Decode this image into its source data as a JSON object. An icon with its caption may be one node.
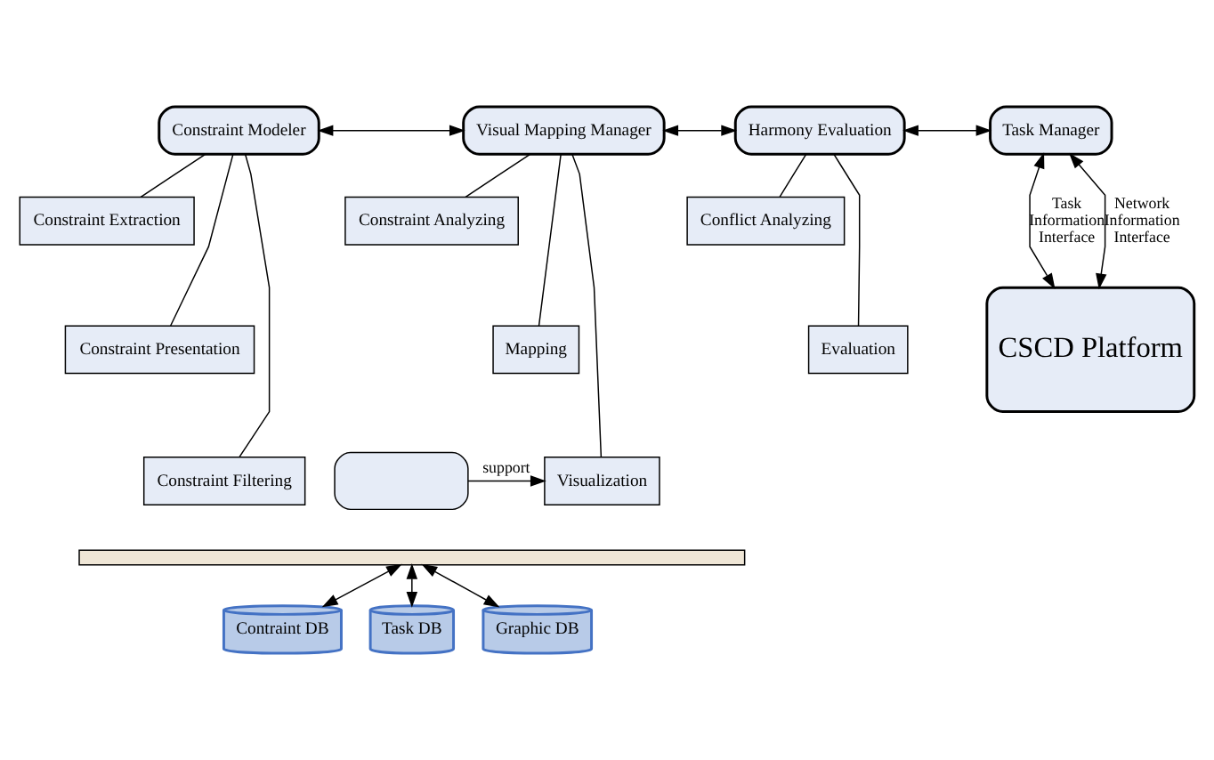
{
  "diagram": {
    "nodes": [
      {
        "text": [
          "Constraint Modeler"
        ]
      },
      {
        "text": [
          "Visual Mapping Manager"
        ]
      },
      {
        "text": [
          "Harmony Evaluation"
        ]
      },
      {
        "text": [
          "Task Manager"
        ]
      },
      {
        "text": [
          "Constraint Extraction"
        ]
      },
      {
        "text": [
          "Constraint Presentation"
        ]
      },
      {
        "text": [
          "Constraint Filtering"
        ]
      },
      {
        "text": [
          "Constraint Analyzing"
        ]
      },
      {
        "text": [
          "Mapping"
        ]
      },
      {
        "text": [
          "Visualization"
        ]
      },
      {
        "text": [
          "Conflict Analyzing"
        ]
      },
      {
        "text": [
          "Evaluation"
        ]
      },
      {
        "text": [
          "CSCD Platform"
        ]
      },
      {
        "text": [],
        "shape": "box"
      },
      {
        "text": [],
        "shape": "bar"
      },
      {
        "text": [
          "Contraint DB"
        ]
      },
      {
        "text": [
          "Task DB"
        ]
      },
      {
        "text": [
          "Graphic DB"
        ]
      }
    ],
    "edges": [
      {
        "from": 0,
        "to": 1,
        "arrow": "both"
      },
      {
        "from": 1,
        "to": 2,
        "arrow": "both"
      },
      {
        "from": 2,
        "to": 3,
        "arrow": "both"
      },
      {
        "from": 0,
        "to": 4,
        "arrow": "none"
      },
      {
        "from": 0,
        "to": 5,
        "arrow": "none"
      },
      {
        "from": 0,
        "to": 6,
        "arrow": "none"
      },
      {
        "from": 1,
        "to": 7,
        "arrow": "none"
      },
      {
        "from": 1,
        "to": 8,
        "arrow": "none"
      },
      {
        "from": 1,
        "to": 9,
        "arrow": "none"
      },
      {
        "from": 2,
        "to": 10,
        "arrow": "none"
      },
      {
        "from": 2,
        "to": 11,
        "arrow": "none"
      },
      {
        "from": 12,
        "to": 3,
        "arrow": "both",
        "label": "Task Information Interface"
      },
      {
        "from": 12,
        "to": 3,
        "arrow": "both",
        "label": "Network Information Interface"
      },
      {
        "from": 13,
        "to": 9,
        "arrow": "to",
        "label": "support"
      },
      {
        "from": 14,
        "to": 15,
        "arrow": "both"
      },
      {
        "from": 14,
        "to": 16,
        "arrow": "both"
      },
      {
        "from": 14,
        "to": 17,
        "arrow": "both"
      }
    ]
  }
}
